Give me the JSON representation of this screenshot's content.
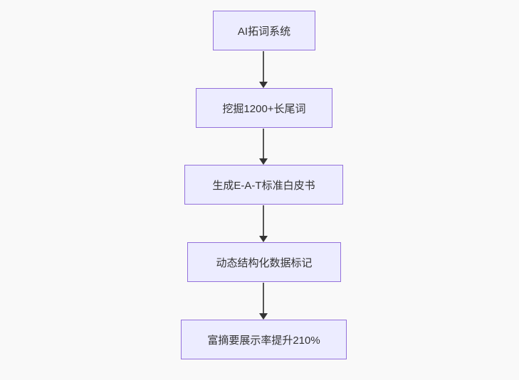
{
  "diagram": {
    "type": "flowchart",
    "direction": "top-down",
    "nodes": [
      {
        "id": "n1",
        "label": "AI拓词系统"
      },
      {
        "id": "n2",
        "label": "挖掘1200+长尾词"
      },
      {
        "id": "n3",
        "label": "生成E-A-T标准白皮书"
      },
      {
        "id": "n4",
        "label": "动态结构化数据标记"
      },
      {
        "id": "n5",
        "label": "富摘要展示率提升210%"
      }
    ],
    "edges": [
      {
        "from": "n1",
        "to": "n2"
      },
      {
        "from": "n2",
        "to": "n3"
      },
      {
        "from": "n3",
        "to": "n4"
      },
      {
        "from": "n4",
        "to": "n5"
      }
    ],
    "colors": {
      "background": "#f9f9f9",
      "node_fill": "#ECECFF",
      "node_border": "#9370DB",
      "edge_line": "#555555",
      "arrowhead": "#333333",
      "text": "#333333"
    }
  }
}
